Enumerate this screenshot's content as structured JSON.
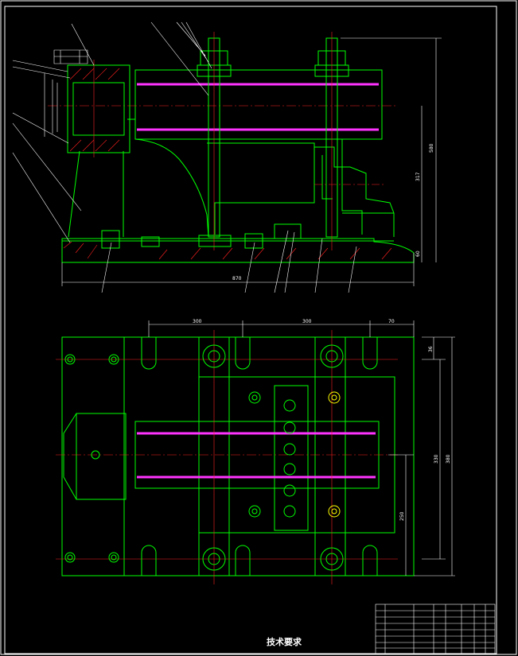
{
  "drawing": {
    "background": "#000000",
    "colors": {
      "outline": "#00ff00",
      "dimension": "#ffffff",
      "center": "#ff2020",
      "highlight": "#ff33ff",
      "hatch": "#ff2020",
      "accent": "#ffff00"
    },
    "technical_requirements": "技术要求"
  },
  "front_view": {
    "dimensions": {
      "overall_width": "870",
      "height_total": "580",
      "height_mid": "317",
      "height_base": "60"
    }
  },
  "top_view": {
    "dimensions": {
      "seg1": "300",
      "seg2": "300",
      "seg3": "70",
      "right_small": "36",
      "right_mid": "330",
      "right_big": "380",
      "right_low": "250"
    }
  }
}
